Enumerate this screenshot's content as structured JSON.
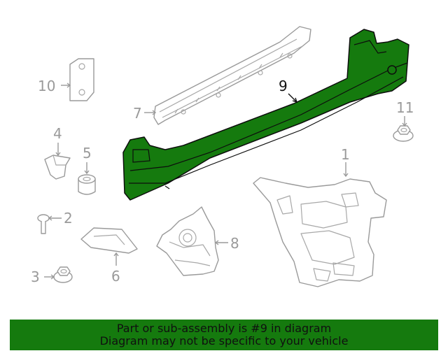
{
  "diagram": {
    "callouts": {
      "c1": "1",
      "c2": "2",
      "c3": "3",
      "c4": "4",
      "c5": "5",
      "c6": "6",
      "c7": "7",
      "c8": "8",
      "c9": "9",
      "c10": "10",
      "c11": "11"
    },
    "highlight_part": "9",
    "colors": {
      "highlight": "#157a0e",
      "parts": "#9a9a9a",
      "banner": "#157a0e"
    }
  },
  "banner": {
    "line1": "Part or sub-assembly is #9 in diagram",
    "line2": "Diagram may not be specific to your vehicle"
  }
}
